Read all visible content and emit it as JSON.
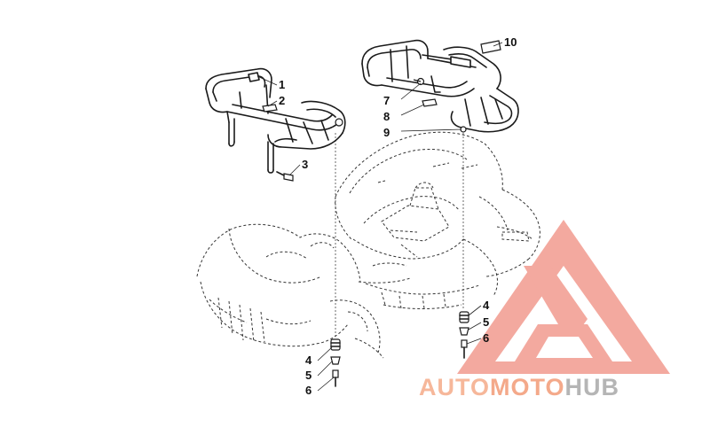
{
  "callouts": {
    "front_rack": [
      "1",
      "2",
      "3"
    ],
    "rear_rack": [
      "7",
      "8",
      "9",
      "10"
    ],
    "front_mount": [
      "4",
      "5",
      "6"
    ],
    "rear_mount": [
      "4",
      "5",
      "6"
    ]
  },
  "watermark": {
    "word_a": "AUTO",
    "word_b": "MOTO",
    "word_c": "HUB",
    "color_a": "#f6b79a",
    "color_b": "#f4a98a",
    "color_c": "#b5b5b5",
    "mark_color": "#f29b8f"
  }
}
